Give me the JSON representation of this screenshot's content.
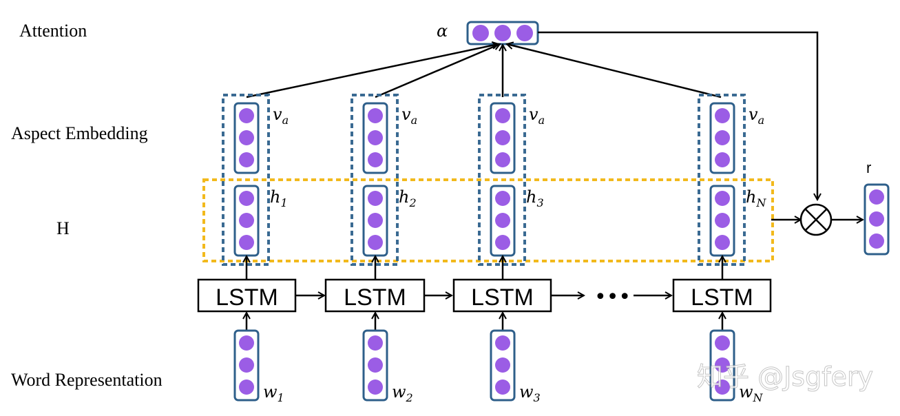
{
  "row_labels": {
    "attention": "Attention",
    "aspect": "Aspect Embedding",
    "hidden": "H",
    "word": "Word Representation"
  },
  "alpha_label": "α",
  "r_label": "r",
  "ellipsis": "•••",
  "watermark": "知乎 @Jsgfery",
  "columns": [
    {
      "lstm": "LSTM",
      "v": "v",
      "v_sub": "a",
      "h": "h",
      "h_sub": "1",
      "w": "w",
      "w_sub": "1"
    },
    {
      "lstm": "LSTM",
      "v": "v",
      "v_sub": "a",
      "h": "h",
      "h_sub": "2",
      "w": "w",
      "w_sub": "2"
    },
    {
      "lstm": "LSTM",
      "v": "v",
      "v_sub": "a",
      "h": "h",
      "h_sub": "3",
      "w": "w",
      "w_sub": "3"
    },
    {
      "lstm": "LSTM",
      "v": "v",
      "v_sub": "a",
      "h": "h",
      "h_sub": "N",
      "w": "w",
      "w_sub": "N"
    }
  ],
  "colors": {
    "node_fill": "#9b5de5",
    "vector_border": "#2e5f8a",
    "aspect_dash": "#3a6a92",
    "hidden_dash": "#f2b91c",
    "line": "#000000"
  }
}
